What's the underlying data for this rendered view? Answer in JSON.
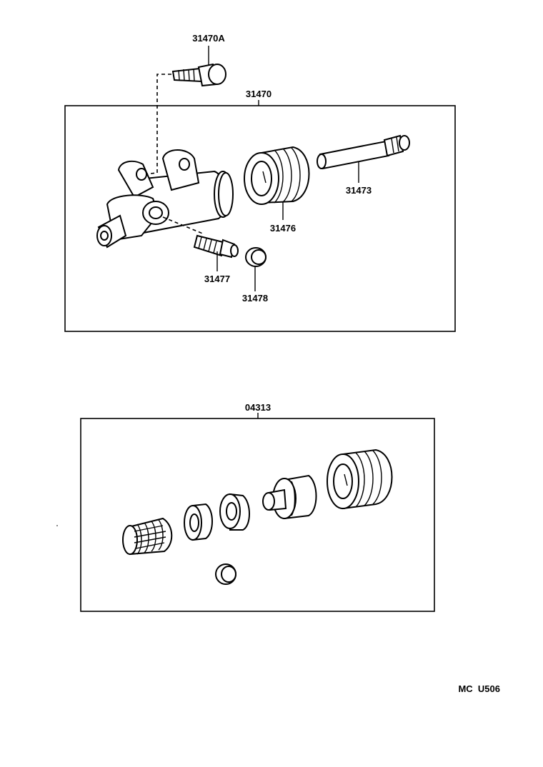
{
  "diagram": {
    "labels": {
      "bolt": "31470A",
      "cylinder_assy": "31470",
      "push_rod": "31473",
      "boot": "31476",
      "bleeder_plug": "31477",
      "bleeder_cap": "31478",
      "repair_kit": "04313",
      "figure_code": "MC  U506"
    }
  }
}
